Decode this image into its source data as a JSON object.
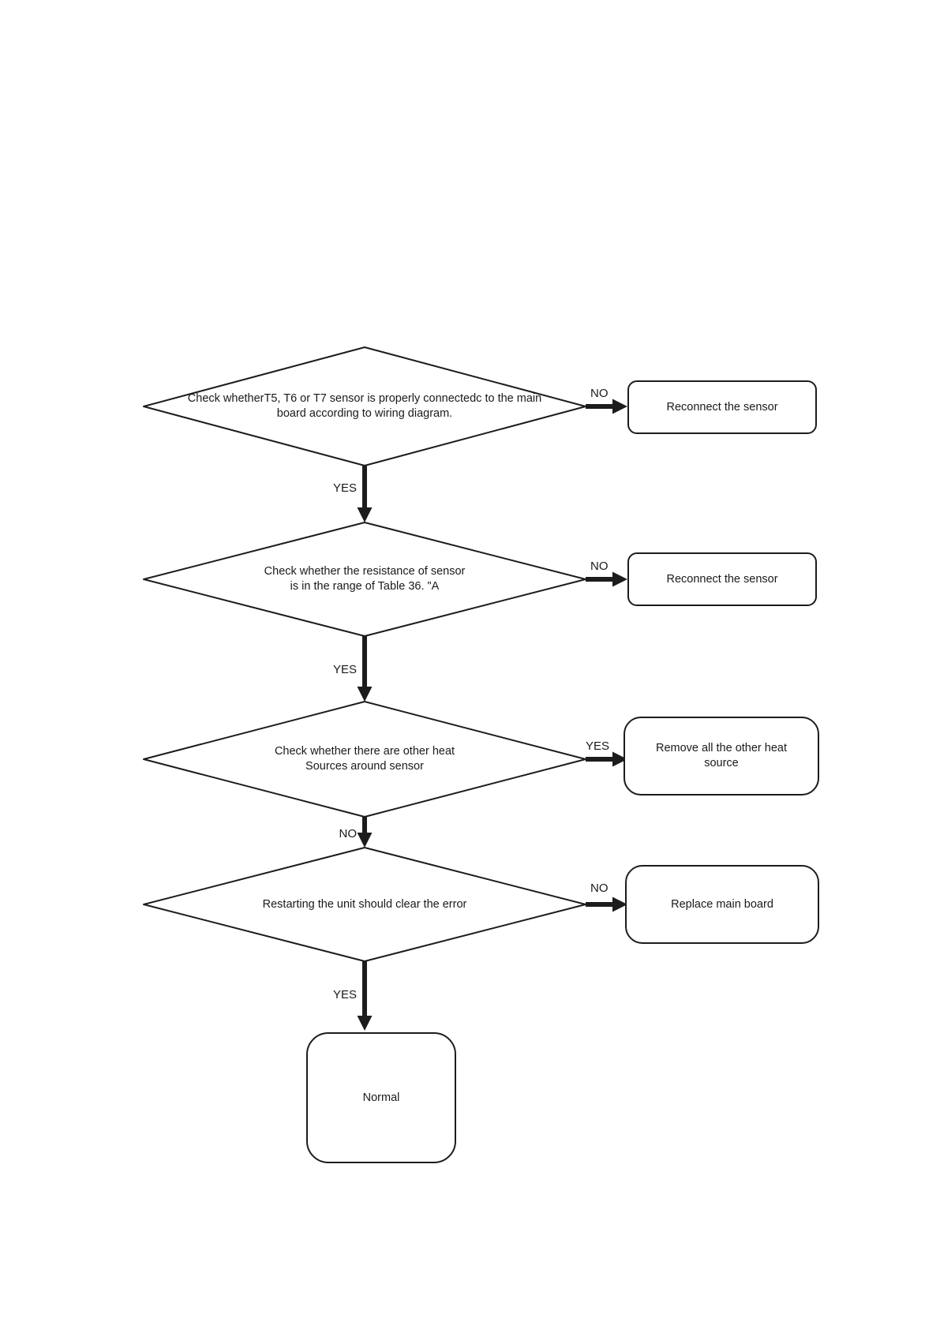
{
  "colors": {
    "line": "#1c1c1c",
    "text": "#1a1a1a",
    "background": "#ffffff"
  },
  "flowchart": {
    "nodes": {
      "decision1": {
        "line1": "Check whetherT5, T6 or T7 sensor is properly connectedc to the main",
        "line2": "board according to wiring diagram."
      },
      "action1": {
        "text": "Reconnect the sensor"
      },
      "decision2": {
        "line1": "Check whether the resistance of sensor",
        "line2": "is in the range of Table 36. \"A"
      },
      "action2": {
        "text": "Reconnect the sensor"
      },
      "decision3": {
        "line1": "Check whether there are other heat",
        "line2": "Sources around sensor"
      },
      "action3": {
        "line1": "Remove all the other heat",
        "line2": "source"
      },
      "decision4": {
        "line1": "Restarting the unit should clear the error"
      },
      "action4": {
        "text": "Replace main board"
      },
      "terminal": {
        "text": "Normal"
      }
    },
    "edges": {
      "d1_no": "NO",
      "d1_yes": "YES",
      "d2_no": "NO",
      "d2_yes": "YES",
      "d3_yes": "YES",
      "d3_no": "NO",
      "d4_no": "NO",
      "d4_yes": "YES"
    }
  }
}
